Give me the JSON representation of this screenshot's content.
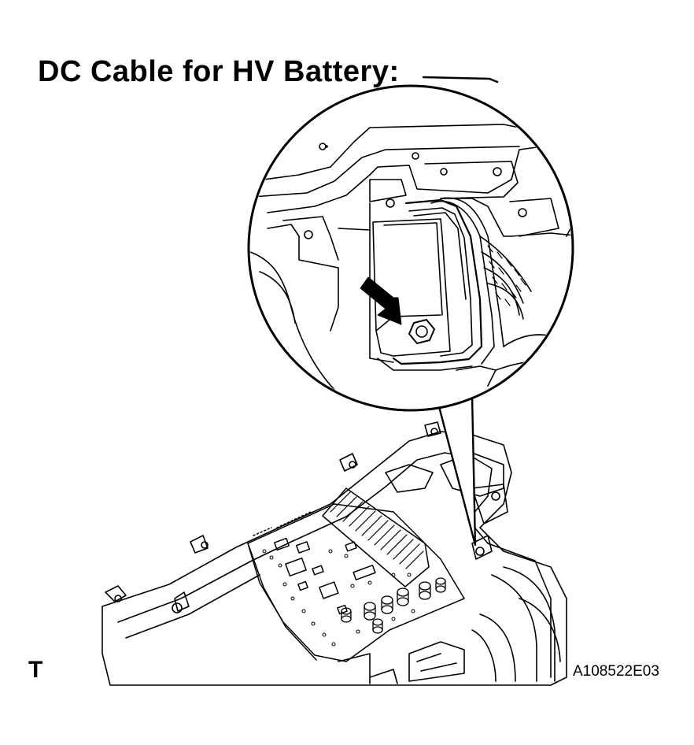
{
  "diagram": {
    "title": "DC Cable for HV Battery:",
    "corner_mark": "T",
    "figure_code": "A108522E03",
    "line_color": "#000000",
    "background_color": "#ffffff"
  },
  "elements": {
    "callout": "magnified-detail-callout",
    "arrow": "pointer-arrow-icon",
    "bolt": "hex-bolt-icon",
    "assembly": "inverter-assembly-with-circuit-board"
  }
}
